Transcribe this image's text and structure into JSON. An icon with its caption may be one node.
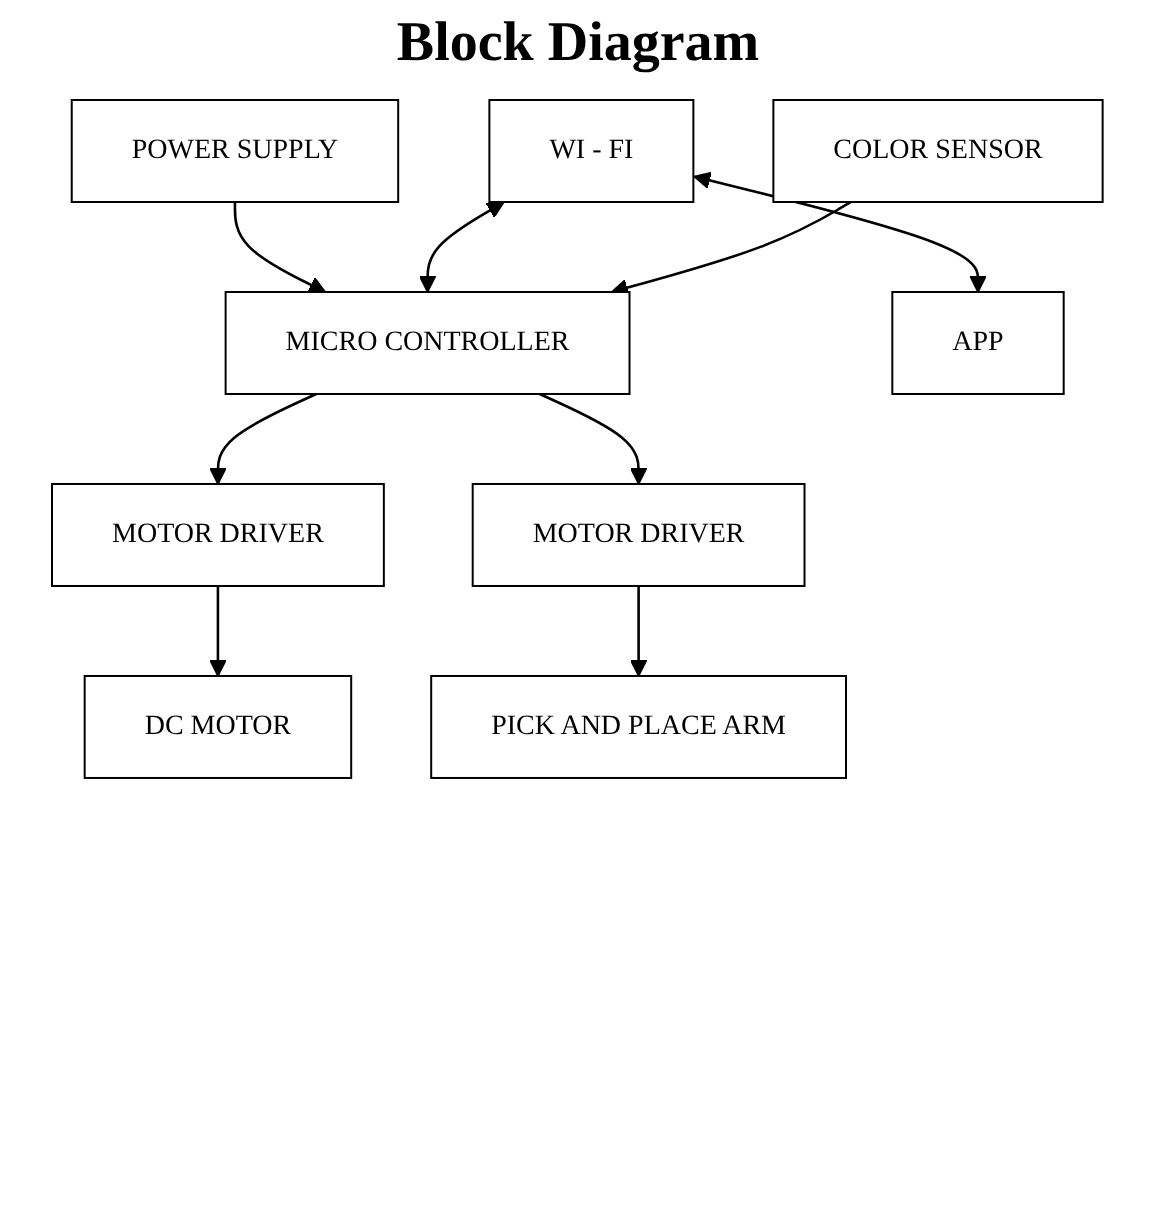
{
  "diagram": {
    "title": "Block Diagram",
    "nodes": [
      {
        "text": [
          "POWER SUPPLY"
        ]
      },
      {
        "text": [
          "WI - FI"
        ]
      },
      {
        "text": [
          "MICRO CONTROLLER"
        ]
      },
      {
        "text": [
          "MOTOR DRIVER"
        ]
      },
      {
        "text": [
          "APP"
        ]
      },
      {
        "text": [
          "DC MOTOR"
        ]
      },
      {
        "text": [
          "MOTOR DRIVER"
        ]
      },
      {
        "text": [
          "COLOR SENSOR"
        ]
      },
      {
        "text": [
          "PICK AND PLACE ARM"
        ]
      }
    ],
    "edges": [
      {
        "from": 0,
        "to": 2,
        "arrow": "to"
      },
      {
        "from": 1,
        "to": 2,
        "arrow": "both"
      },
      {
        "from": 1,
        "to": 4,
        "arrow": "both"
      },
      {
        "from": 2,
        "to": 3,
        "arrow": "to"
      },
      {
        "from": 3,
        "to": 5,
        "arrow": "to"
      },
      {
        "from": 2,
        "to": 6,
        "arrow": "to"
      },
      {
        "from": 6,
        "to": 8,
        "arrow": "to"
      },
      {
        "from": 7,
        "to": 2,
        "arrow": "to"
      }
    ]
  }
}
